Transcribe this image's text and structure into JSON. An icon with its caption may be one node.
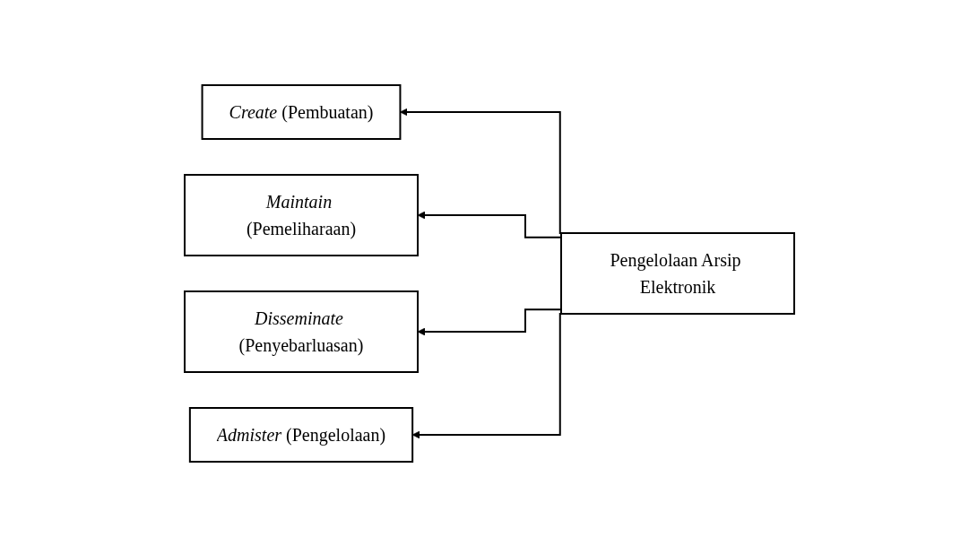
{
  "diagram": {
    "nodes": [
      {
        "text": [
          "*Create* (Pembuatan)"
        ]
      },
      {
        "text": [
          "*Maintain* (Pemeliharaan)"
        ]
      },
      {
        "text": [
          "*Disseminate* (Penyebarluasan)"
        ]
      },
      {
        "text": [
          "*Admister* (Pengelolaan)"
        ]
      },
      {
        "text": [
          "Pengelolaan Arsip Elektronik"
        ]
      }
    ],
    "edges": [
      {
        "from": 4,
        "to": 0,
        "arrow": "to"
      },
      {
        "from": 4,
        "to": 1,
        "arrow": "to"
      },
      {
        "from": 4,
        "to": 2,
        "arrow": "to"
      },
      {
        "from": 4,
        "to": 3,
        "arrow": "to"
      }
    ]
  }
}
